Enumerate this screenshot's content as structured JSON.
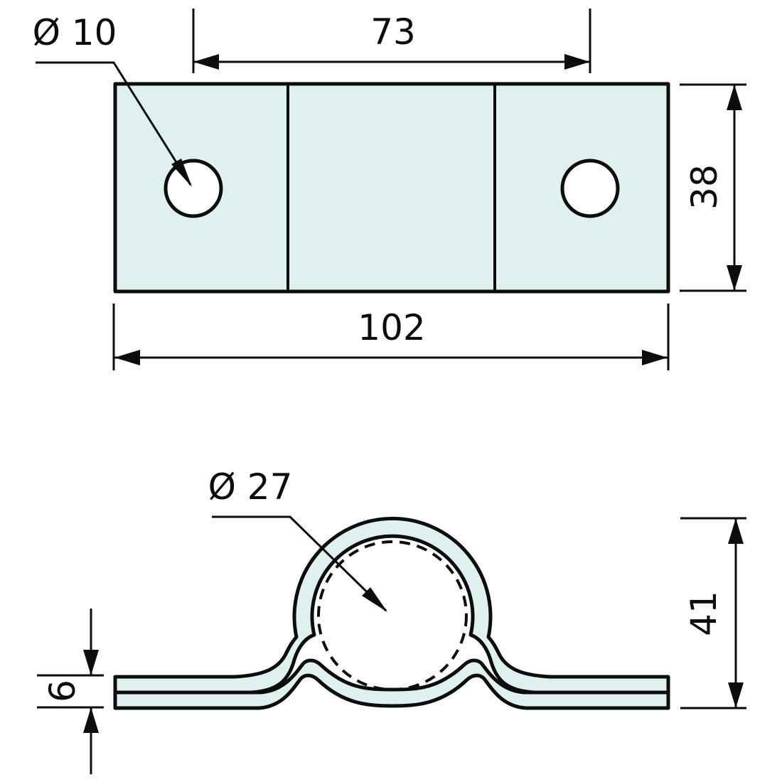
{
  "title": "Pipe clamp technical drawing",
  "colors": {
    "part_fill": "#dff0f0",
    "line_color": "#0d0d0d",
    "background": "#ffffff"
  },
  "top_view": {
    "hole_diameter_label": "Ø 10",
    "hole_spacing_label": "73",
    "plate_height_label": "38",
    "plate_width_label": "102"
  },
  "profile_view": {
    "pipe_diameter_label": "Ø 27",
    "overall_height_label": "41",
    "thickness_label": "6"
  },
  "dimensions": {
    "hole_diameter": 10,
    "hole_spacing": 73,
    "plate_height": 38,
    "plate_width": 102,
    "pipe_diameter": 27,
    "overall_height": 41,
    "material_thickness": 6
  }
}
